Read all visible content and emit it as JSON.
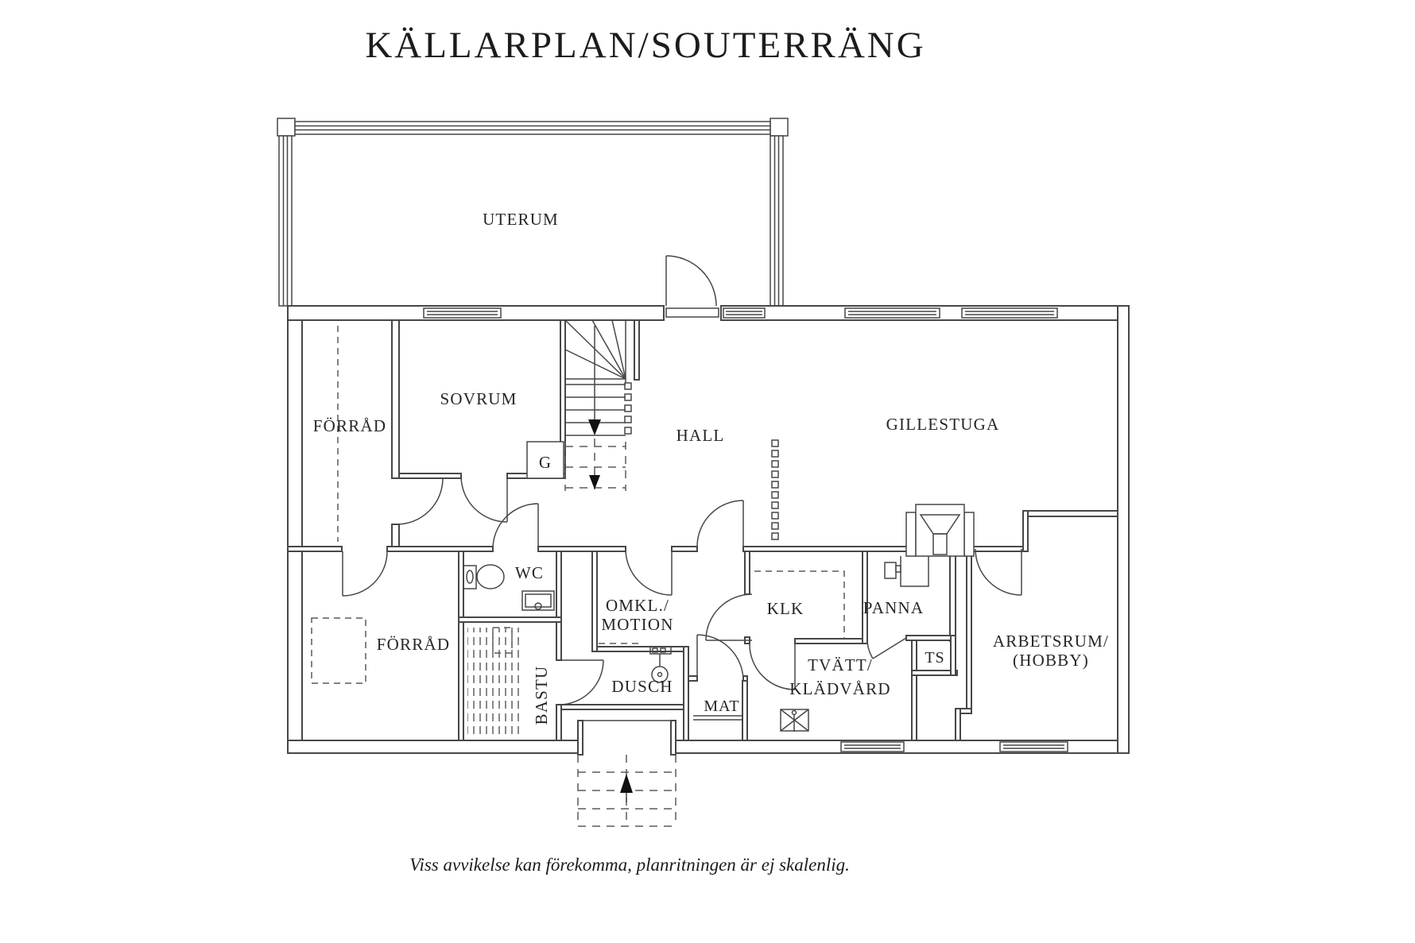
{
  "title": "KÄLLARPLAN/SOUTERRÄNG",
  "footer": "Viss avvikelse kan förekomma, planritningen är ej skalenlig.",
  "colors": {
    "line": "#474747",
    "text": "#262626"
  },
  "rooms": {
    "uterum": "UTERUM",
    "forrad_top": "FÖRRÅD",
    "sovrum": "SOVRUM",
    "hall": "HALL",
    "gillestuga": "GILLESTUGA",
    "garderob": "G",
    "wc": "WC",
    "omkl": {
      "line1": "OMKL./",
      "line2": "MOTION"
    },
    "klk": "KLK",
    "panna": "PANNA",
    "forrad_bottom": "FÖRRÅD",
    "bastu": "BASTU",
    "dusch": "DUSCH",
    "mat": "MAT",
    "tvatt": {
      "line1": "TVÄTT/",
      "line2": "KLÄDVÅRD"
    },
    "ts": "TS",
    "arbetsrum": {
      "line1": "ARBETSRUM/",
      "line2": "(HOBBY)"
    }
  }
}
